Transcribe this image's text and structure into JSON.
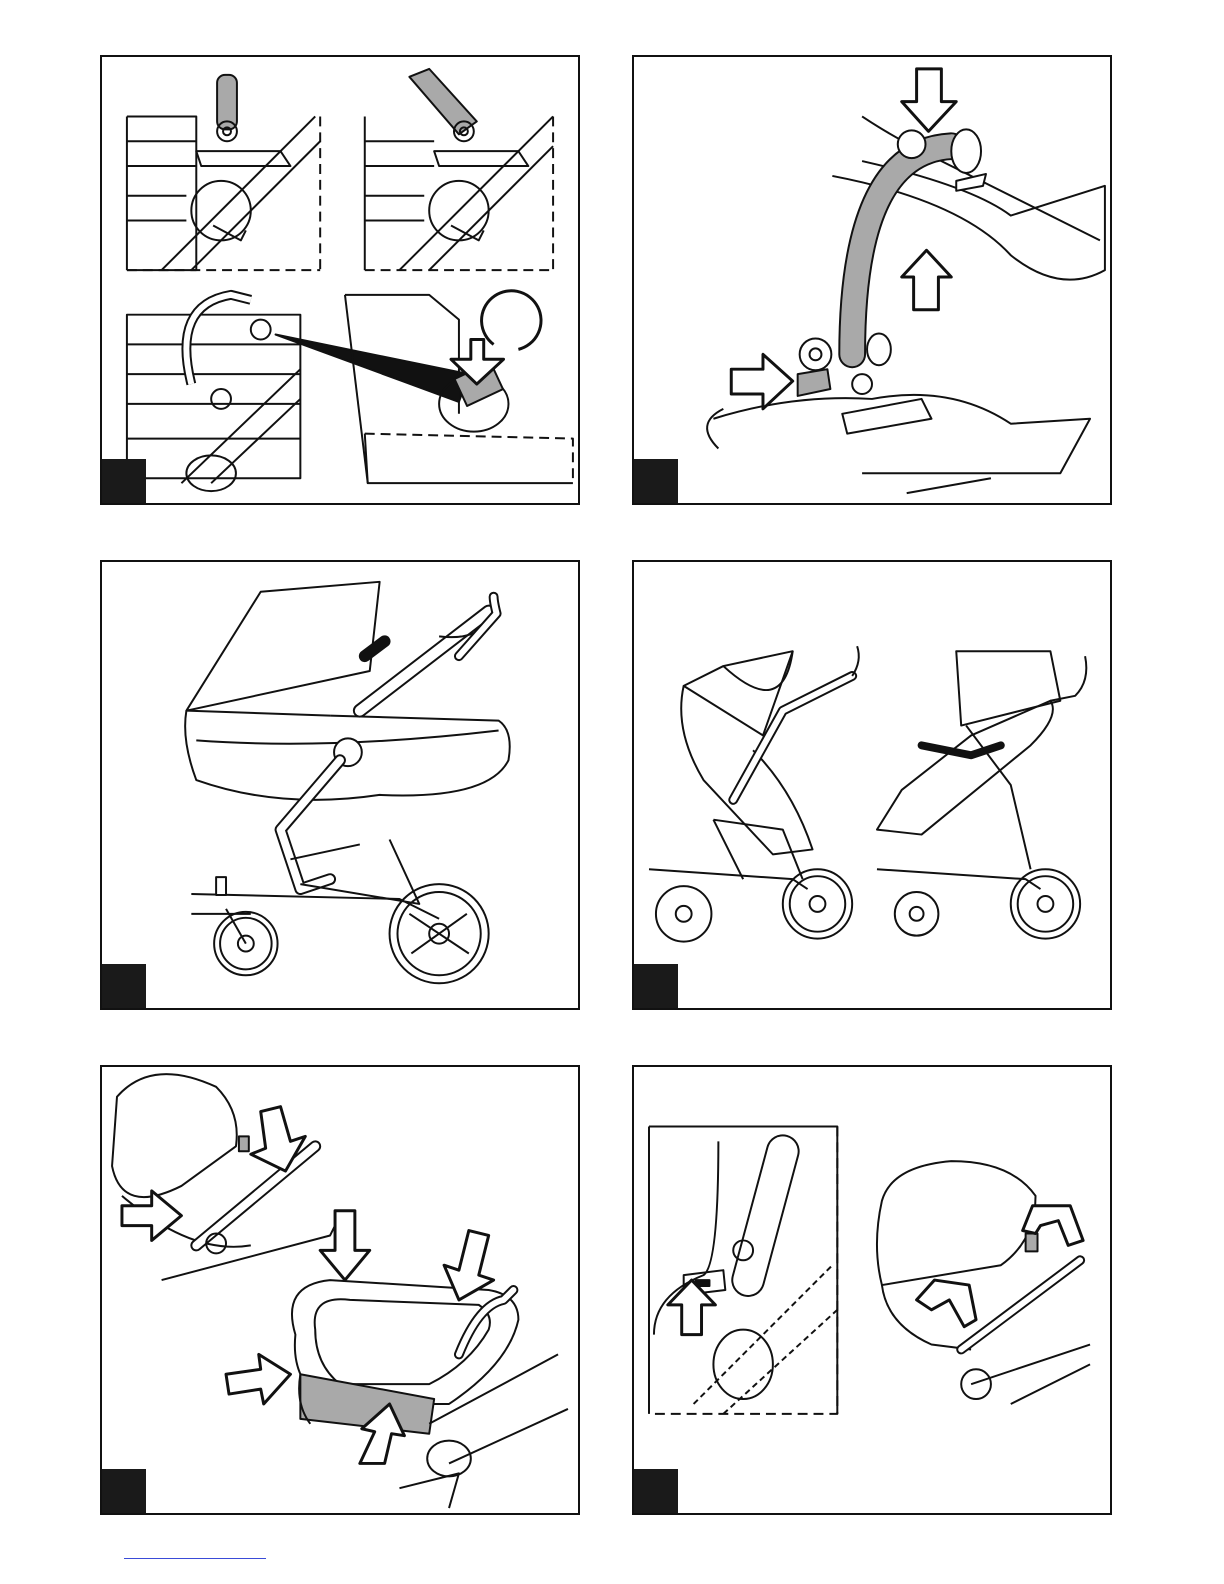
{
  "page": {
    "type": "assembly-instructions-illustration-sheet",
    "panels": [
      {
        "id": "p1",
        "step_label": "",
        "subject": "handlebar-lock-and-folding-lever"
      },
      {
        "id": "p2",
        "step_label": "",
        "subject": "handle-press-release"
      },
      {
        "id": "p3",
        "step_label": "",
        "subject": "stroller-with-carrycot"
      },
      {
        "id": "p4",
        "step_label": "",
        "subject": "seat-facing-positions"
      },
      {
        "id": "p5",
        "step_label": "",
        "subject": "carrycot-attachment"
      },
      {
        "id": "p6",
        "step_label": "",
        "subject": "canopy-release"
      }
    ]
  },
  "colors": {
    "line": "#111111",
    "grey_fill": "#a9a9a9",
    "tab": "#1a1a1a",
    "footer_rule": "#3a4bd8"
  }
}
